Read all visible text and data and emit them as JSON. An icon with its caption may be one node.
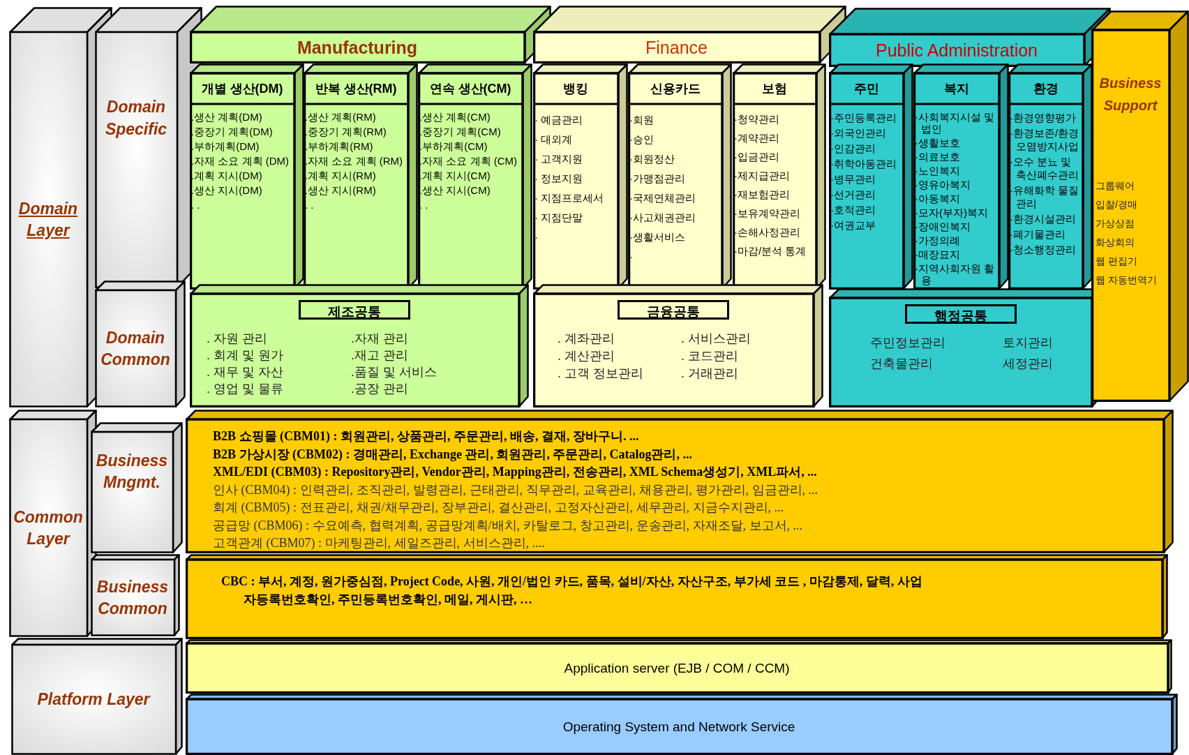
{
  "diagram": {
    "nodes": [
      {
        "text": [
          "Domain Layer"
        ]
      },
      {
        "text": [
          "Domain Specific"
        ]
      },
      {
        "text": [
          "Domain Common"
        ]
      },
      {
        "text": [
          "Common Layer"
        ]
      },
      {
        "text": [
          "Business Mngmt."
        ]
      },
      {
        "text": [
          "Business Common"
        ]
      },
      {
        "text": [
          "Platform Layer"
        ]
      },
      {
        "text": [
          "Manufacturing"
        ]
      },
      {
        "text": [
          "개별 생산(DM)",
          ".생산 계획(DM)",
          ".중장기 계획(DM)",
          ".부하계획(DM)",
          ".자재 소요 계획 (DM)",
          ".계획 지시(DM)",
          ".생산 지시(DM)",
          ". ."
        ]
      },
      {
        "text": [
          "반복 생산(RM)",
          ".생산 계획(RM)",
          ".중장기 계획(RM)",
          ".부하계획(RM)",
          ".자재 소요 계획 (RM)",
          ".계획 지시(RM)",
          ".생산 지시(RM)",
          ". ."
        ]
      },
      {
        "text": [
          "연속 생산(CM)",
          ".생산 계획(CM)",
          ".중장기 계획(CM)",
          ".부하계획(CM)",
          ".자재 소요 계획 (CM)",
          ".계획 지시(CM)",
          ".생산 지시(CM)",
          ". ."
        ]
      },
      {
        "text": [
          "제조공통",
          ". 자원 관리",
          ". 회계 및 원가",
          ". 재무 및 자산",
          ". 영업 및 물류",
          ".자재 관리",
          ".재고 관리",
          ".품질 및 서비스",
          ".공장 관리"
        ]
      },
      {
        "text": [
          "Finance"
        ]
      },
      {
        "text": [
          "뱅킹",
          "· 예금관리",
          "· 대외계",
          "· 고객지원",
          "· 정보지원",
          "· 지점프로세서",
          "· 지점단말",
          "·"
        ]
      },
      {
        "text": [
          "신용카드",
          "·회원",
          "·승인",
          "·회원정산",
          "·가맹점관리",
          "·국제연체관리",
          "·사고채권관리",
          "·생활서비스",
          "·"
        ]
      },
      {
        "text": [
          "보험",
          "·청약관리",
          "·계약관리",
          "·입금관리",
          "·제지급관리",
          "·재보험관리",
          "·보유계약관리",
          "·손해사정관리",
          "·마감/분석 통계"
        ]
      },
      {
        "text": [
          "금융공통",
          ". 계좌관리",
          ". 계산관리",
          ". 고객 정보관리",
          ". 서비스관리",
          ". 코드관리",
          ". 거래관리"
        ]
      },
      {
        "text": [
          "Public Administration"
        ]
      },
      {
        "text": [
          "주민",
          "·주민등록관리",
          "·외국인관리",
          "·인감관리",
          "·취학아동관리",
          "·병무관리",
          "·선거관리",
          "·호적관리",
          "·여권교부"
        ]
      },
      {
        "text": [
          "복지",
          "·사회복지시설 및 법인",
          "·생활보호",
          "·의료보호",
          "·노인복지",
          "·영유아복지",
          "·아동복지",
          "·모자(부자)복지",
          "·장애인복지",
          "·가정의례",
          "·매장묘지",
          "·지역사회자원 활용"
        ]
      },
      {
        "text": [
          "환경",
          "·환경영향평가",
          "·환경보존/환경 오염방지사업",
          "·오수 분뇨 및 축산폐수관리",
          "·유해화학 물질관리",
          "·환경시설관리",
          "·폐기물관리",
          "·청소행정관리"
        ]
      },
      {
        "text": [
          "행정공통",
          "주민정보관리",
          "건축물관리",
          "토지관리",
          "세정관리"
        ]
      },
      {
        "text": [
          "Business Support",
          "그룹웨어",
          "입찰/경매",
          "가상상점",
          "화상회의",
          "웹 편집기",
          "웹 자동번역기"
        ]
      },
      {
        "text": [
          "B2B 쇼핑몰 (CBM01) : 회원관리, 상품관리, 주문관리, 배송, 결재, 장바구니. ...",
          "B2B 가상시장 (CBM02) : 경매관리, Exchange 관리, 회원관리, 주문관리, Catalog관리, ...",
          "XML/EDI (CBM03) : Repository관리, Vendor관리, Mapping관리, 전송관리, XML Schema생성기, XML파서, ...",
          "인사 (CBM04) : 인력관리, 조직관리, 발령관리, 근태관리, 직무관리, 교육관리, 채용관리, 평가관리, 임금관리, ...",
          "회계 (CBM05) : 전표관리, 채권/채무관리, 장부관리, 결산관리, 고정자산관리, 세무관리, 지금수지관리, ...",
          "공급망 (CBM06) : 수요예측, 협력계획, 공급망계획/배치, 카탈로그, 창고관리, 운송관리, 자재조달, 보고서, ...",
          "고객관계 (CBM07) : 마케팅관리, 세일즈관리, 서비스관리, ...."
        ]
      },
      {
        "text": [
          "CBC : 부서, 계정, 원가중심점, Project Code, 사원, 개인/법인 카드, 품목, 설비/자산, 자산구조, 부가세 코드 , 마감통제, 달력, 사업자등록번호확인, 주민등록번호확인, 메일, 게시판, …"
        ]
      },
      {
        "text": [
          "Application server (EJB / COM / CCM)"
        ]
      },
      {
        "text": [
          "Operating System and Network Service"
        ]
      }
    ]
  }
}
